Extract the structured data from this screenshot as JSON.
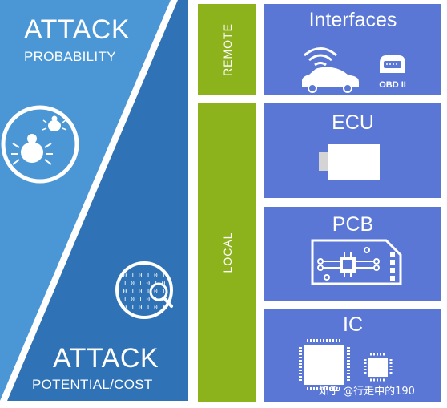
{
  "left": {
    "top_title": "ATTACK",
    "top_subtitle": "PROBABILITY",
    "bottom_title": "ATTACK",
    "bottom_subtitle": "POTENTIAL/COST",
    "light_color": "#4b97d6",
    "dark_color": "#2f72b6",
    "probability_icon": "bugs-icon",
    "cost_icon": "binary-magnifier-icon"
  },
  "bands": {
    "remote_label": "REMOTE",
    "local_label": "LOCAL",
    "color": "#8cb21c"
  },
  "boxes": {
    "color": "#5b77d6",
    "interfaces": {
      "title": "Interfaces",
      "obd_label": "OBD II",
      "icons": [
        "wireless-car-icon",
        "obd-connector-icon"
      ]
    },
    "ecu": {
      "title": "ECU",
      "icon": "ecu-module-icon"
    },
    "pcb": {
      "title": "PCB",
      "icon": "circuit-board-icon"
    },
    "ic": {
      "title": "IC",
      "icons": [
        "large-chip-icon",
        "small-chip-icon"
      ]
    }
  },
  "watermark": "知乎 @行走中的190"
}
